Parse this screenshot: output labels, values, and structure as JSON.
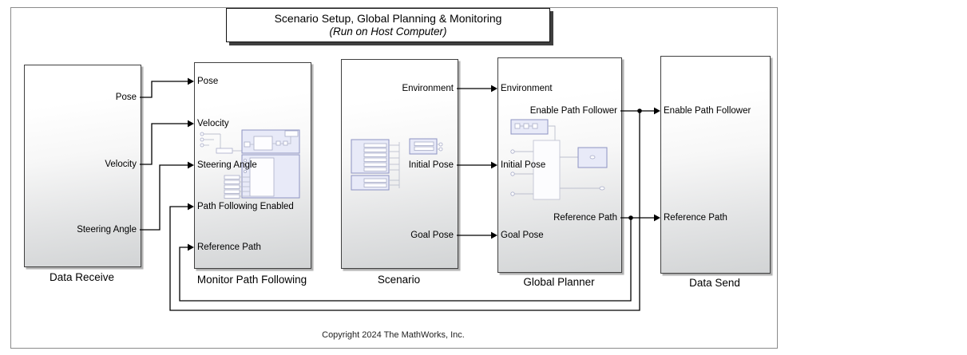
{
  "header": {
    "title_line1": "Scenario Setup, Global Planning & Monitoring",
    "title_line2": "(Run on Host Computer)"
  },
  "footer": {
    "copyright": "Copyright 2024 The MathWorks, Inc."
  },
  "blocks": {
    "data_receive": {
      "label": "Data Receive",
      "out_ports": [
        "Pose",
        "Velocity",
        "Steering Angle"
      ]
    },
    "monitor": {
      "label": "Monitor Path Following",
      "in_ports": [
        "Pose",
        "Velocity",
        "Steering Angle",
        "Path Following Enabled",
        "Reference Path"
      ]
    },
    "scenario": {
      "label": "Scenario",
      "out_ports": [
        "Environment",
        "Initial Pose",
        "Goal Pose"
      ]
    },
    "global_planner": {
      "label": "Global Planner",
      "in_ports": [
        "Environment",
        "Initial Pose",
        "Goal Pose"
      ],
      "out_ports": [
        "Enable Path Follower",
        "Reference Path"
      ]
    },
    "data_send": {
      "label": "Data Send",
      "in_ports": [
        "Enable Path Follower",
        "Reference Path"
      ]
    }
  },
  "colors": {
    "block_border": "#404040",
    "block_gradient_bottom": "#d2d4d5",
    "preview_fill": "#e8eaf8",
    "preview_border": "#8d93c2",
    "signal_line": "#000000",
    "outer_border": "#8b8b8b"
  }
}
